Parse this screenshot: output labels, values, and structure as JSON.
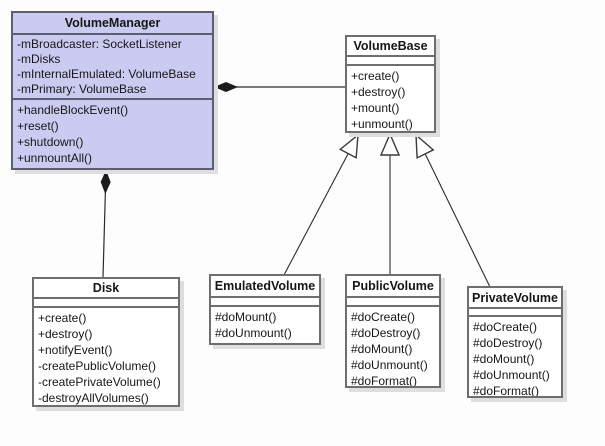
{
  "diagram": {
    "type": "uml-class-diagram",
    "classes": [
      {
        "name": "VolumeManager",
        "attributes": [
          "-mBroadcaster: SocketListener",
          "-mDisks",
          "-mInternalEmulated: VolumeBase",
          "-mPrimary: VolumeBase"
        ],
        "methods": [
          "+handleBlockEvent()",
          "+reset()",
          "+shutdown()",
          "+unmountAll()"
        ]
      },
      {
        "name": "VolumeBase",
        "attributes": [],
        "methods": [
          "+create()",
          "+destroy()",
          "+mount()",
          "+unmount()"
        ]
      },
      {
        "name": "Disk",
        "attributes": [],
        "methods": [
          "+create()",
          "+destroy()",
          "+notifyEvent()",
          "-createPublicVolume()",
          "-createPrivateVolume()",
          "-destroyAllVolumes()"
        ]
      },
      {
        "name": "EmulatedVolume",
        "attributes": [],
        "methods": [
          "#doMount()",
          "#doUnmount()"
        ]
      },
      {
        "name": "PublicVolume",
        "attributes": [],
        "methods": [
          "#doCreate()",
          "#doDestroy()",
          "#doMount()",
          "#doUnmount()",
          "#doFormat()"
        ]
      },
      {
        "name": "PrivateVolume",
        "attributes": [],
        "methods": [
          "#doCreate()",
          "#doDestroy()",
          "#doMount()",
          "#doUnmount()",
          "#doFormat()"
        ]
      }
    ],
    "relationships": [
      {
        "type": "composition",
        "owner": "VolumeManager",
        "part": "VolumeBase"
      },
      {
        "type": "composition",
        "owner": "VolumeManager",
        "part": "Disk"
      },
      {
        "type": "generalization",
        "child": "EmulatedVolume",
        "parent": "VolumeBase"
      },
      {
        "type": "generalization",
        "child": "PublicVolume",
        "parent": "VolumeBase"
      },
      {
        "type": "generalization",
        "child": "PrivateVolume",
        "parent": "VolumeBase"
      }
    ],
    "colors": {
      "manager_fill": "#cbcbf2",
      "class_fill": "#ffffff",
      "border": "#6e6e6e",
      "connector": "#2b2b2b",
      "shadow": "#dedede",
      "background": "#fdfdfd"
    }
  }
}
